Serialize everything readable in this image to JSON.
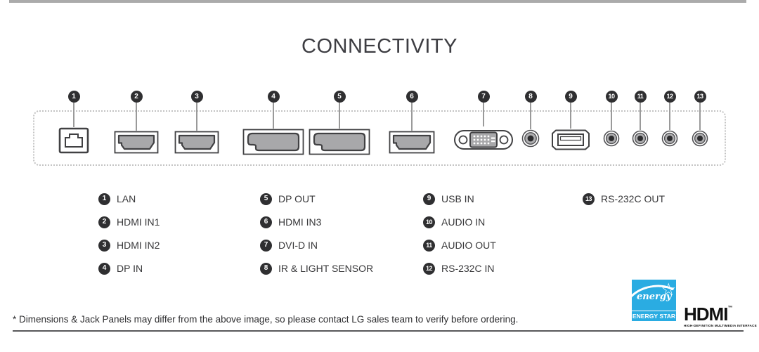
{
  "page": {
    "title": "CONNECTIVITY"
  },
  "colors": {
    "badge": "#2f2f31",
    "port_fill": "#a8a8aa",
    "port_stroke": "#414143",
    "panel_border": "#c3c3c3",
    "energy_star_blue": "#2aace2"
  },
  "ports": [
    {
      "num": "1",
      "type": "lan-port"
    },
    {
      "num": "2",
      "type": "hdmi-port"
    },
    {
      "num": "3",
      "type": "hdmi-port"
    },
    {
      "num": "4",
      "type": "displayport"
    },
    {
      "num": "5",
      "type": "displayport"
    },
    {
      "num": "6",
      "type": "hdmi-port"
    },
    {
      "num": "7",
      "type": "dvi-port"
    },
    {
      "num": "8",
      "type": "jack-port"
    },
    {
      "num": "9",
      "type": "usb-port"
    },
    {
      "num": "10",
      "type": "jack-port"
    },
    {
      "num": "11",
      "type": "jack-port"
    },
    {
      "num": "12",
      "type": "jack-port"
    },
    {
      "num": "13",
      "type": "jack-port"
    }
  ],
  "legend": {
    "columns": [
      {
        "items": [
          {
            "num": "1",
            "label": "LAN"
          },
          {
            "num": "2",
            "label": "HDMI IN1"
          },
          {
            "num": "3",
            "label": "HDMI IN2"
          },
          {
            "num": "4",
            "label": "DP IN"
          }
        ]
      },
      {
        "items": [
          {
            "num": "5",
            "label": "DP OUT"
          },
          {
            "num": "6",
            "label": "HDMI IN3"
          },
          {
            "num": "7",
            "label": "DVI-D IN"
          },
          {
            "num": "8",
            "label": "IR & LIGHT SENSOR"
          }
        ]
      },
      {
        "items": [
          {
            "num": "9",
            "label": "USB IN"
          },
          {
            "num": "10",
            "label": "AUDIO IN"
          },
          {
            "num": "11",
            "label": "AUDIO OUT"
          },
          {
            "num": "12",
            "label": "RS-232C IN"
          }
        ]
      },
      {
        "items": [
          {
            "num": "13",
            "label": "RS-232C OUT"
          }
        ]
      }
    ]
  },
  "footer": {
    "note": "* Dimensions & Jack Panels may differ from the above image, so please contact LG sales team to verify before ordering."
  },
  "logos": {
    "energy_star": {
      "script_text": "energy",
      "label": "ENERGY STAR"
    },
    "hdmi": {
      "wordmark": "HDMI",
      "tm": "™",
      "tagline": "HIGH-DEFINITION MULTIMEDIA INTERFACE"
    }
  }
}
